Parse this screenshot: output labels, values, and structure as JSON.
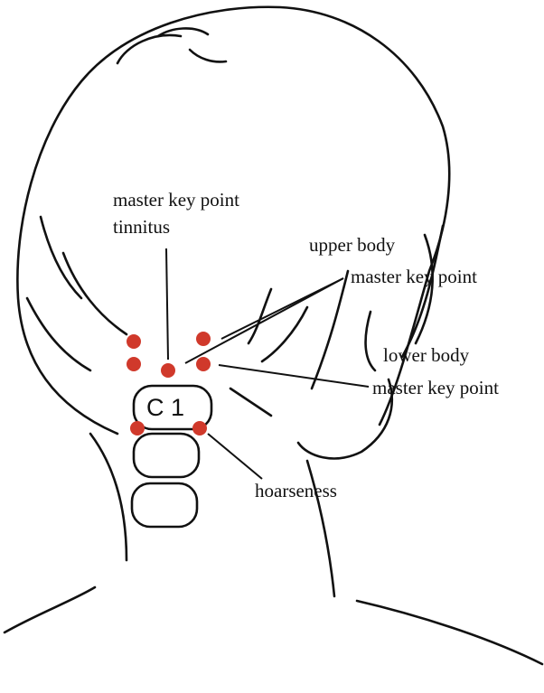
{
  "colors": {
    "point": "#d0392b",
    "ink": "#111111"
  },
  "labels": {
    "tinnitus_line1": "master key point",
    "tinnitus_line2": "tinnitus",
    "upper_line1": "upper body",
    "upper_line2": "master key point",
    "lower_line1": "lower body",
    "lower_line2": "master key point",
    "hoarseness": "hoarseness",
    "vertebra_c1": "C 1"
  }
}
